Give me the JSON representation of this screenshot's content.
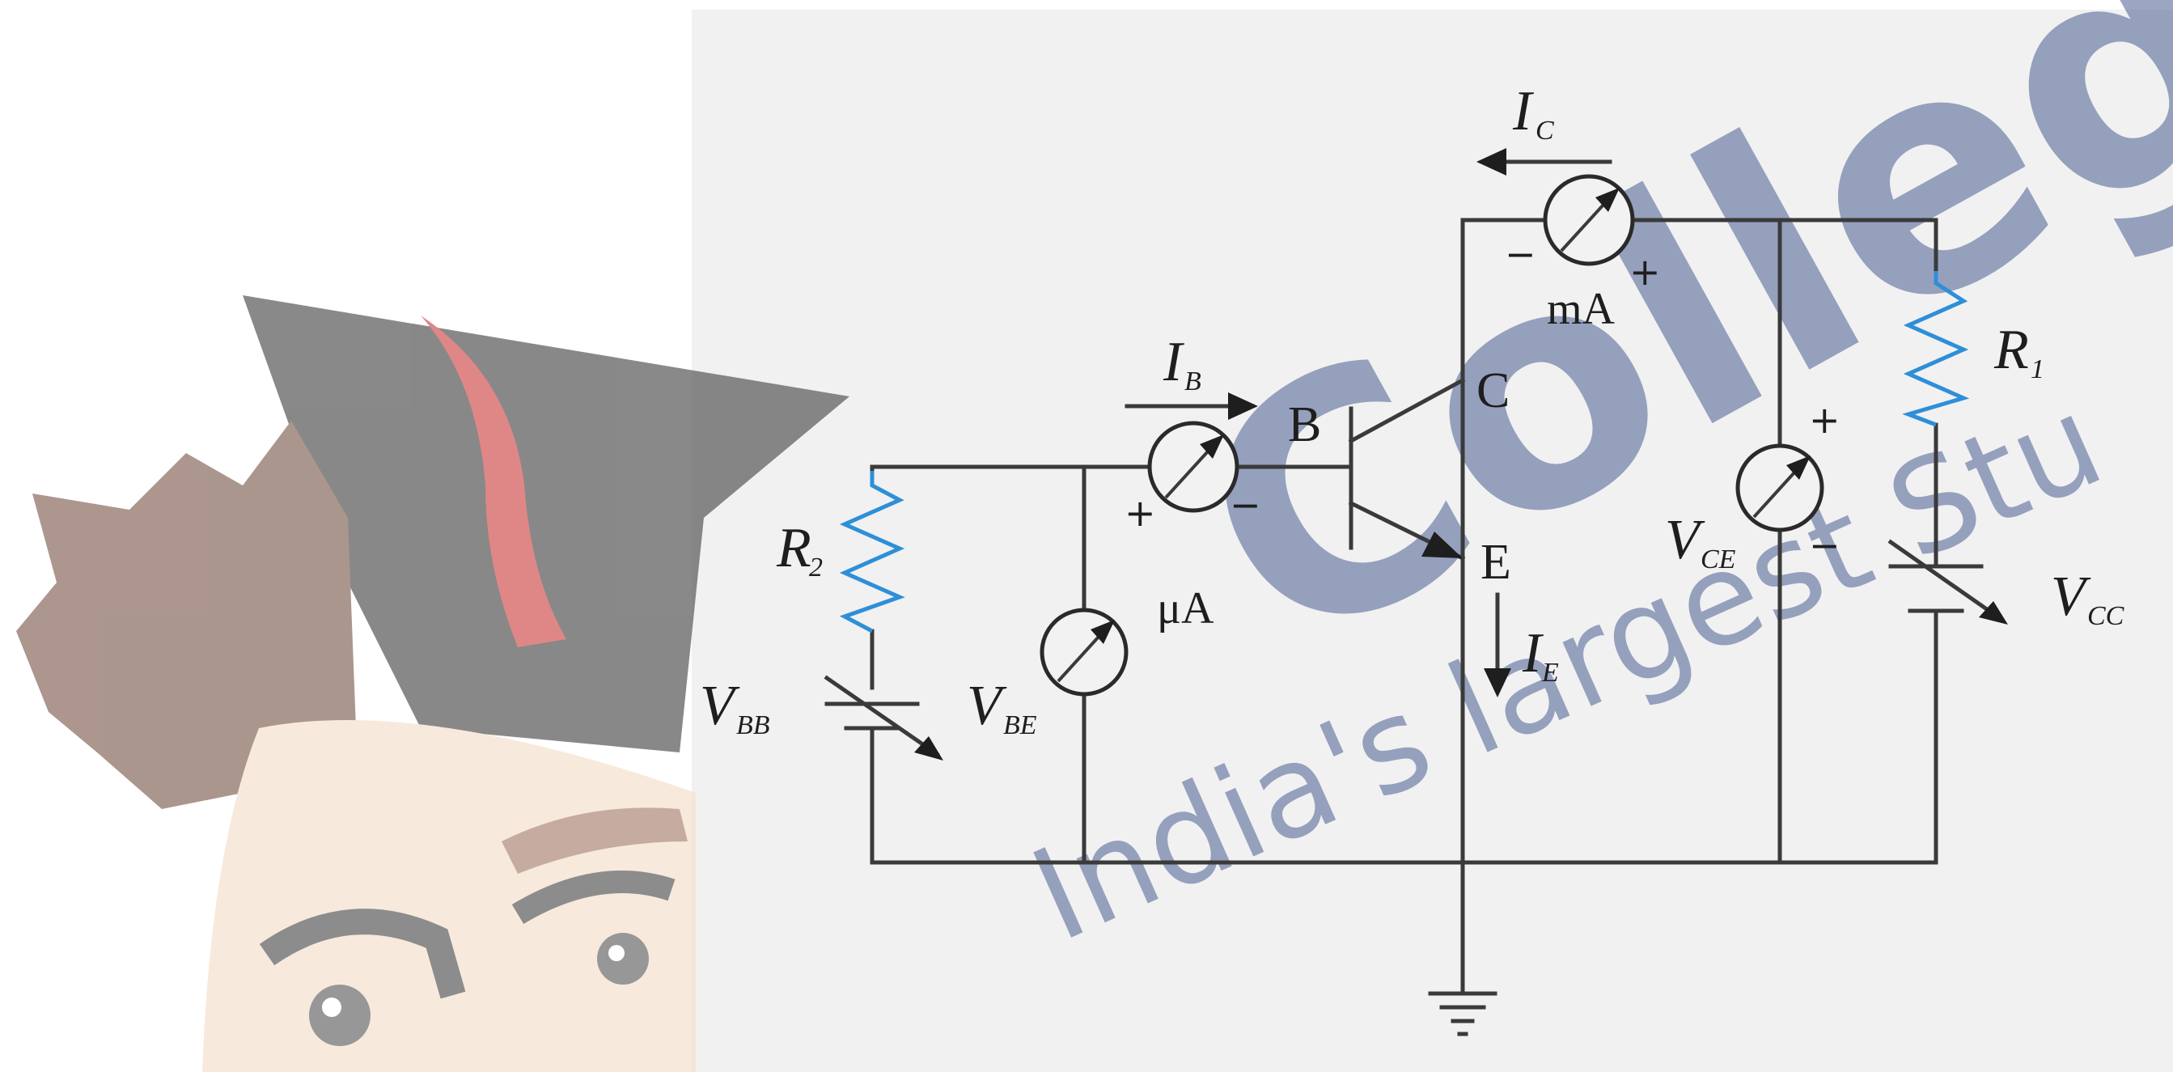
{
  "colors": {
    "panel_background": "#f1f1f1",
    "page_background": "#ffffff",
    "wire": "#3a3a3a",
    "resistor": "#2e8fd8",
    "watermark": "#4a5f93",
    "mascot_cap": "#5b5b5b",
    "mascot_tassel": "#d45a5a"
  },
  "watermark": {
    "brand": "College",
    "tagline": "India's largest Stu"
  },
  "labels": {
    "ic_main": "I",
    "ic_sub": "C",
    "ib_main": "I",
    "ib_sub": "B",
    "ie_main": "I",
    "ie_sub": "E",
    "terminal_b": "B",
    "terminal_c": "C",
    "terminal_e": "E",
    "ma_meter": "mA",
    "ua_meter": "μA",
    "r1_main": "R",
    "r1_sub": "1",
    "r2_main": "R",
    "r2_sub": "2",
    "vbb_main": "V",
    "vbb_sub": "BB",
    "vbe_main": "V",
    "vbe_sub": "BE",
    "vce_main": "V",
    "vce_sub": "CE",
    "vcc_main": "V",
    "vcc_sub": "CC",
    "plus": "+",
    "minus": "−"
  },
  "icons": [
    "ammeter-icon",
    "voltmeter-icon",
    "variable-battery-icon",
    "resistor-icon",
    "ground-icon",
    "npn-transistor-icon",
    "mascot-graduate-icon"
  ]
}
